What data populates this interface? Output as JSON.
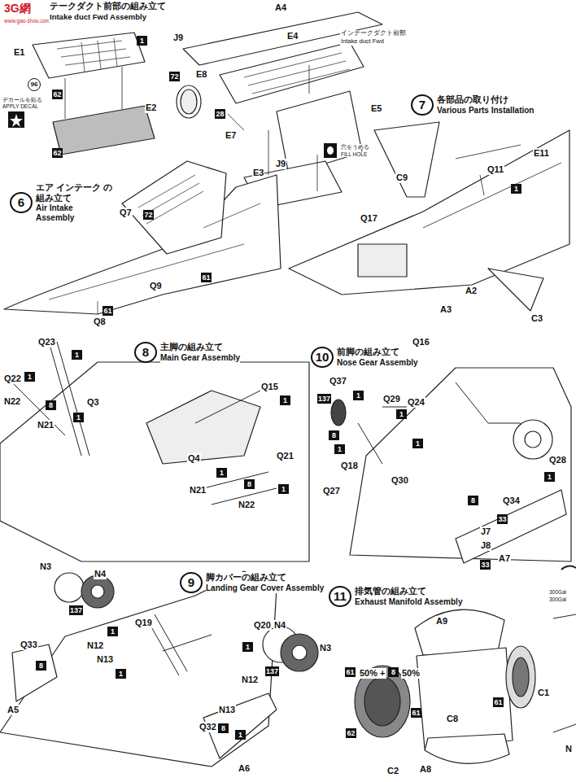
{
  "diagram": {
    "nodes": [
      {
        "text": [
          "7",
          "各部品の取り付け",
          "Various Parts Installation"
        ]
      },
      {
        "text": [
          "6",
          "エア インテーク の組み立て",
          "Air Intake Assembly"
        ]
      },
      {
        "text": [
          "8",
          "主脚の組み立て",
          "Main Gear Assembly"
        ]
      },
      {
        "text": [
          "10",
          "前脚の組み立て",
          "Nose Gear Assembly"
        ]
      },
      {
        "text": [
          "9",
          "脚カバーの組み立て",
          "Landing Gear Cover Assembly"
        ]
      },
      {
        "text": [
          "11",
          "排気管の組み立て",
          "Exhaust Manifold Assembly"
        ]
      }
    ],
    "labels": [
      "3G網",
      "www.gao-shou.com",
      "テークダクト前部の組み立て",
      "Intake duct Fwd Assembly",
      "E1",
      "1",
      "96",
      "62",
      "デカールを貼る",
      "APPLY DECAL",
      "E2",
      "62",
      "A4",
      "E4",
      "J9",
      "72",
      "E8",
      "インテークダクト前部",
      "Intake duct Fwd",
      "28",
      "E7",
      "E5",
      "J9",
      "E3",
      "穴をうめる",
      "FILL HOLE",
      "Q7",
      "72",
      "Q9",
      "61",
      "61",
      "Q8",
      "C9",
      "E11",
      "Q11",
      "1",
      "Q17",
      "A2",
      "A3",
      "C3",
      "Q16",
      "Q23",
      "1",
      "Q22",
      "1",
      "N22",
      "8",
      "Q3",
      "N21",
      "1",
      "Q15",
      "1",
      "Q21",
      "Q4",
      "1",
      "N21",
      "8",
      "N22",
      "1",
      "Q37",
      "137",
      "1",
      "Q29",
      "1",
      "Q24",
      "8",
      "1",
      "1",
      "Q18",
      "Q27",
      "Q30",
      "Q28",
      "1",
      "Q34",
      "8",
      "33",
      "J7",
      "J8",
      "33",
      "A7",
      "N3",
      "N4",
      "137",
      "Q19",
      "N12",
      "1",
      "N13",
      "Q33",
      "8",
      "A5",
      "1",
      "Q20",
      "N4",
      "N3",
      "1",
      "137",
      "N12",
      "N13",
      "Q32",
      "8",
      "1",
      "A6",
      "A9",
      "61",
      "50% +",
      "8",
      "50%",
      "61",
      "61",
      "C1",
      "C8",
      "62",
      "C2",
      "A8",
      "300Gal",
      "300Gal",
      "N"
    ]
  }
}
